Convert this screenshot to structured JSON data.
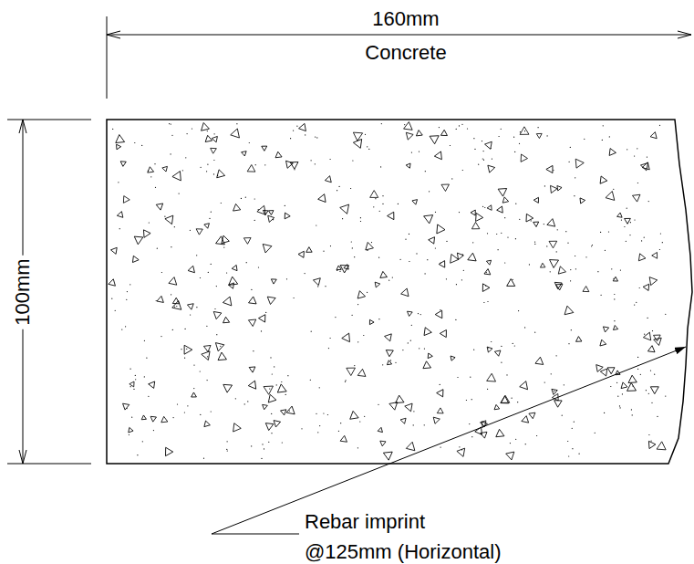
{
  "diagram": {
    "labels": [
      "160mm",
      "Concrete",
      "100mm",
      "Rebar imprint",
      "@125mm (Horizontal)"
    ]
  }
}
